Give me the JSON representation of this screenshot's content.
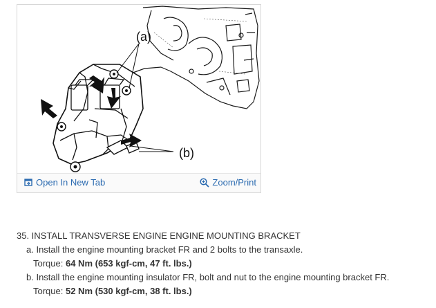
{
  "figure": {
    "callouts": {
      "a": "(a)",
      "b": "(b)"
    },
    "open_tab_label": "Open In New Tab",
    "open_tab_icon": "open-in-new-tab-icon",
    "zoom_label": "Zoom/Print",
    "zoom_icon": "zoom-in-icon",
    "link_color": "#2a6ab0"
  },
  "procedure": {
    "step_title": "35. INSTALL TRANSVERSE ENGINE ENGINE MOUNTING BRACKET",
    "substeps": [
      {
        "text": "a. Install the engine mounting bracket FR and 2 bolts to the transaxle.",
        "torque_label": "Torque: ",
        "torque_value": "64 Nm (653 kgf-cm, 47 ft. lbs.)"
      },
      {
        "text": "b. Install the engine mounting insulator FR, bolt and nut to the engine mounting bracket FR.",
        "torque_label": "Torque: ",
        "torque_value": "52 Nm (530 kgf-cm, 38 ft. lbs.)"
      }
    ]
  }
}
